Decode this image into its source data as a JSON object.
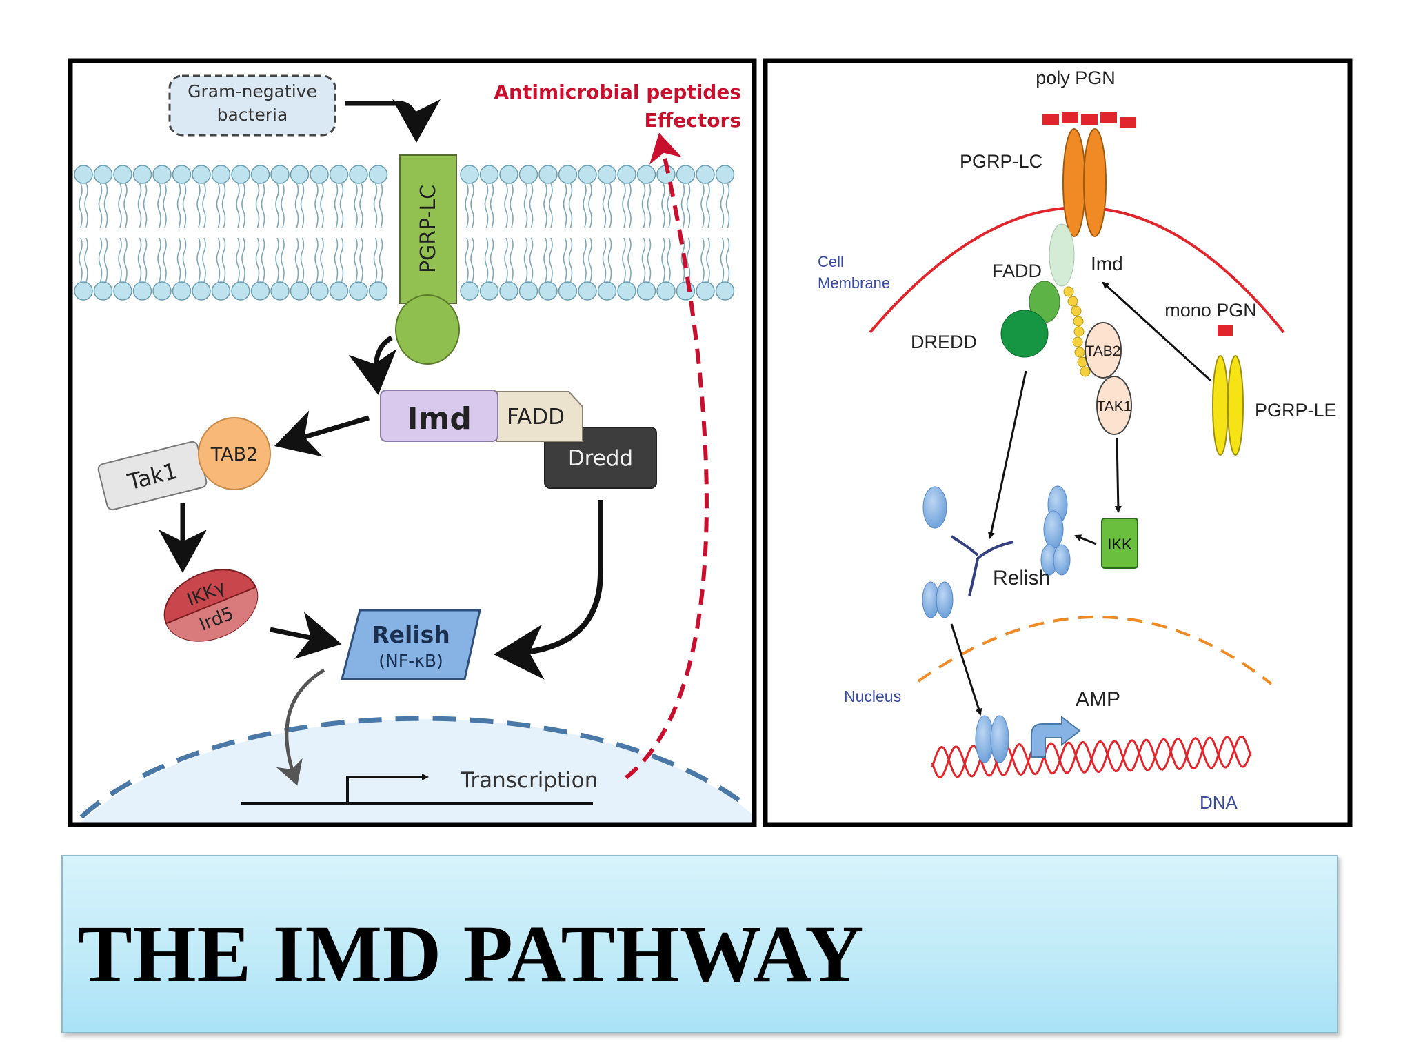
{
  "title": "THE IMD PATHWAY",
  "left_panel": {
    "bacteria": [
      "Gram-negative",
      "bacteria"
    ],
    "receptor": "PGRP-LC",
    "output": [
      "Antimicrobial peptides",
      "Effectors"
    ],
    "imd": "Imd",
    "fadd": "FADD",
    "dredd": "Dredd",
    "tab2": "TAB2",
    "tak1": "Tak1",
    "ikk_gamma": "IKKγ",
    "ird5": "Ird5",
    "relish": "Relish",
    "nfkb": "(NF-κB)",
    "transcription": "Transcription"
  },
  "right_panel": {
    "poly_pgn": "poly PGN",
    "pgrp_lc": "PGRP-LC",
    "cell_membrane": [
      "Cell",
      "Membrane"
    ],
    "fadd": "FADD",
    "imd": "Imd",
    "mono_pgn": "mono PGN",
    "dredd": "DREDD",
    "tab2": "TAB2",
    "tak1": "TAK1",
    "pgrp_le": "PGRP-LE",
    "ikk": "IKK",
    "relish": "Relish",
    "nucleus": "Nucleus",
    "amp": "AMP",
    "dna": "DNA"
  },
  "colors": {
    "membrane": "#bfe3ee",
    "receptor": "#8fbf4f",
    "imd": "#d9c9ec",
    "fadd": "#ece3cf",
    "dredd": "#3d3d3d",
    "tab2": "#f8b878",
    "tak1": "#e6e6e6",
    "ikk": "#c9474c",
    "relish": "#86b2e4",
    "effector_red": "#c8102e",
    "title_band": "#bfeaf8"
  }
}
